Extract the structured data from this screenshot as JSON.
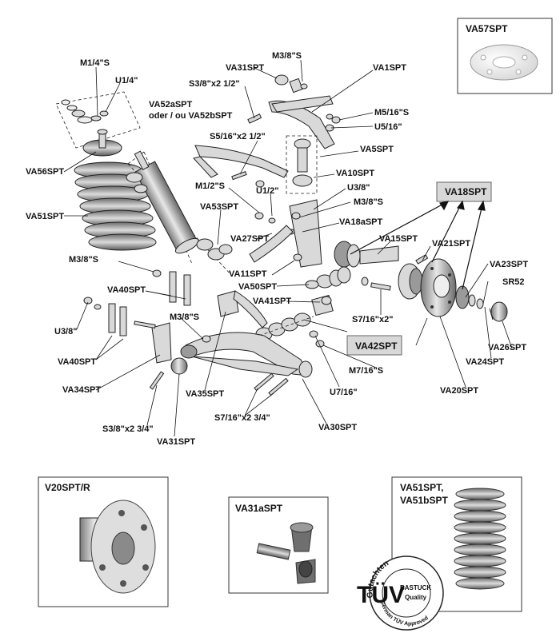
{
  "labels": {
    "va57": "VA57SPT",
    "m38_top": "M3/8\"S",
    "va31_top": "VA31SPT",
    "va1": "VA1SPT",
    "m14": "M1/4\"S",
    "u14": "U1/4\"",
    "s38_212": "S3/8\"x2 1/2\"",
    "va52_a": "VA52aSPT",
    "va52_b": "oder / ou VA52bSPT",
    "m516": "M5/16\"S",
    "u516": "U5/16\"",
    "s516_212": "S5/16\"x2 1/2\"",
    "va5": "VA5SPT",
    "va56": "VA56SPT",
    "va10": "VA10SPT",
    "u38": "U3/8\"",
    "m12": "M1/2\"S",
    "u12": "U1/2\"",
    "m38_mid": "M3/8\"S",
    "va18": "VA18SPT",
    "va51": "VA51SPT",
    "va53": "VA53SPT",
    "va18a": "VA18aSPT",
    "va27": "VA27SPT",
    "va15": "VA15SPT",
    "va21": "VA21SPT",
    "m38_left": "M3/8\"S",
    "va23": "VA23SPT",
    "va11": "VA11SPT",
    "sr52": "SR52",
    "va40_top": "VA40SPT",
    "va50": "VA50SPT",
    "va41": "VA41SPT",
    "s716_2": "S7/16\"x2\"",
    "u38_left": "U3/8\"",
    "m38_low": "M3/8\"S",
    "va42": "VA42SPT",
    "va26": "VA26SPT",
    "va40_low": "VA40SPT",
    "va24": "VA24SPT",
    "m716": "M7/16\"S",
    "va34": "VA34SPT",
    "va35": "VA35SPT",
    "u716": "U7/16\"",
    "va20": "VA20SPT",
    "s716_234": "S7/16\"x2 3/4\"",
    "s38_234": "S3/8\"x2 3/4\"",
    "va30": "VA30SPT",
    "va31_low": "VA31SPT"
  },
  "insets": {
    "v20": "V20SPT/R",
    "va31a": "VA31aSPT",
    "va51_a": "VA51SPT,",
    "va51_b": "VA51bSPT"
  },
  "tuv": {
    "main": "TÜV",
    "arc_top": "Gutachten",
    "brand": "BASTUCK",
    "quality": "Quality",
    "arc_bottom": "German TÜV Approved"
  }
}
